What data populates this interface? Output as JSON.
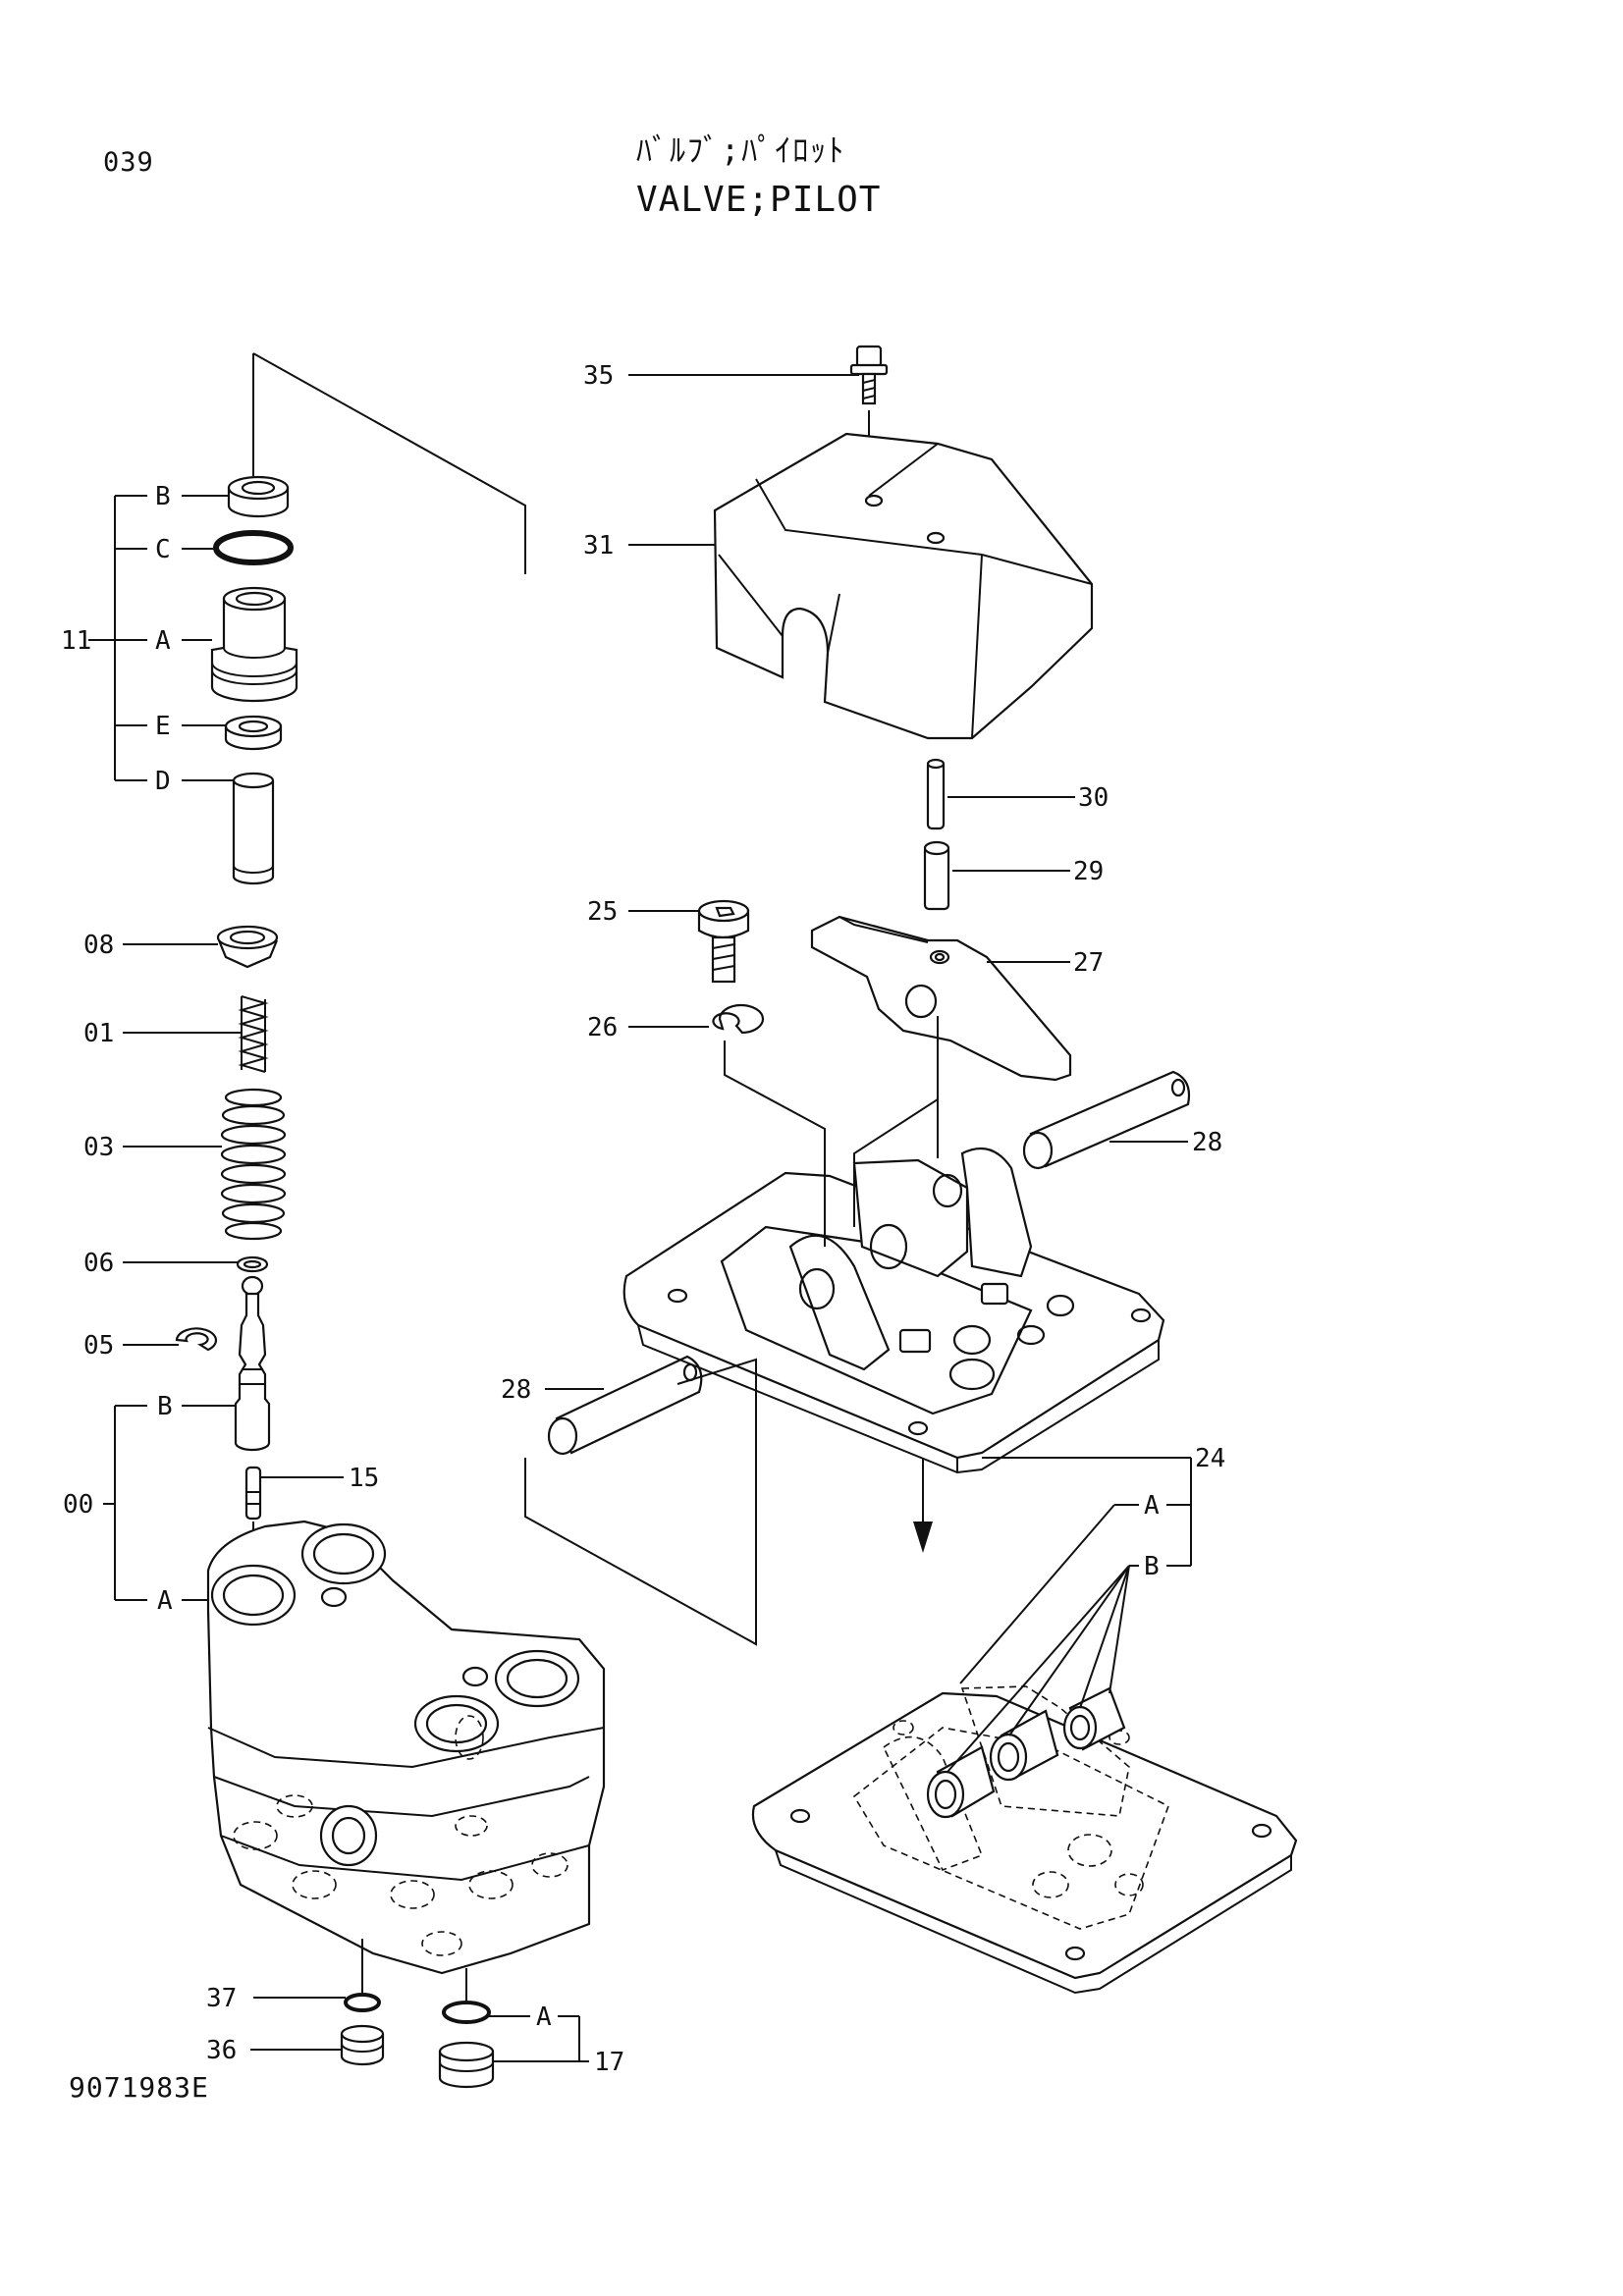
{
  "page": {
    "number": "039",
    "title_jp": "ﾊﾞﾙﾌﾞ;ﾊﾟｲﾛｯﾄ",
    "title_en": "VALVE;PILOT",
    "drawing_number": "9071983E"
  },
  "callouts": {
    "c35": "35",
    "c31": "31",
    "c30": "30",
    "c29": "29",
    "c25": "25",
    "c27": "27",
    "c26": "26",
    "c28a": "28",
    "c28b": "28",
    "c24": "24",
    "c24A": "A",
    "c24B": "B",
    "c11": "11",
    "c11B": "B",
    "c11C": "C",
    "c11A": "A",
    "c11E": "E",
    "c11D": "D",
    "c08": "08",
    "c01": "01",
    "c03": "03",
    "c06": "06",
    "c05": "05",
    "c00": "00",
    "c00B": "B",
    "c00A": "A",
    "c15": "15",
    "c37": "37",
    "c36": "36",
    "c17": "17",
    "c17A": "A"
  }
}
